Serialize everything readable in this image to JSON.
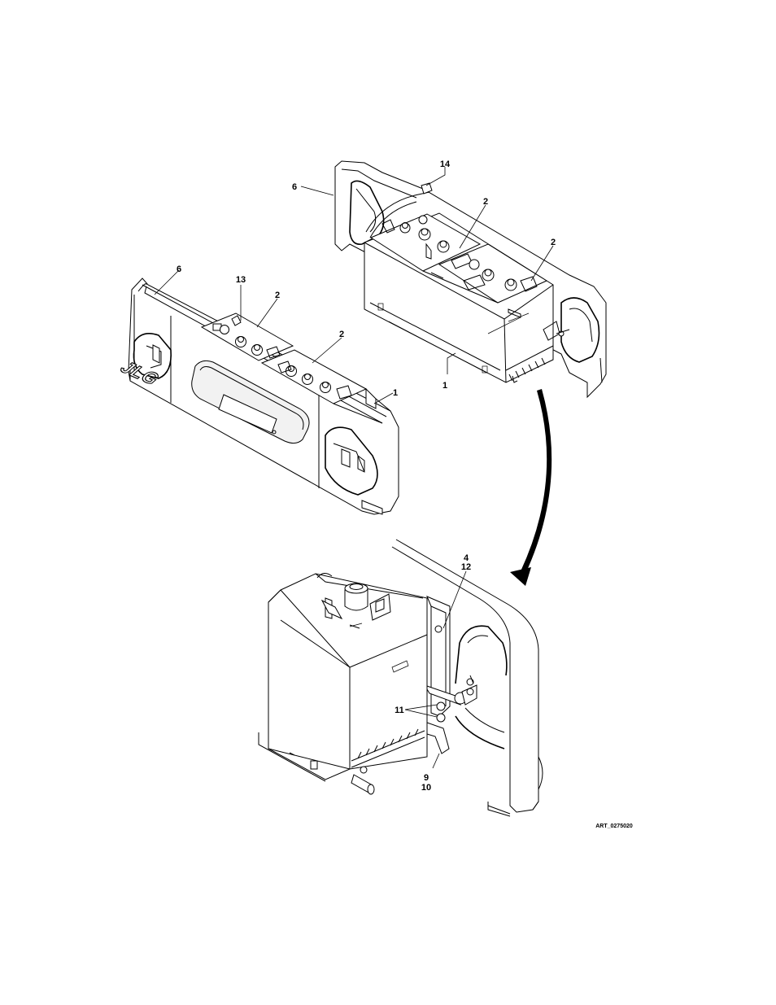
{
  "figure": {
    "art_reference": "ART_0275020",
    "logo_text": "JLG"
  },
  "callouts": {
    "c14": "14",
    "c6_top": "6",
    "c2_top_a": "2",
    "c2_top_b": "2",
    "c1_top": "1",
    "c6_left": "6",
    "c13": "13",
    "c2_left_a": "2",
    "c2_left_b": "2",
    "c1_left": "1",
    "c4": "4",
    "c12": "12",
    "c11": "11",
    "c9": "9",
    "c10": "10"
  }
}
